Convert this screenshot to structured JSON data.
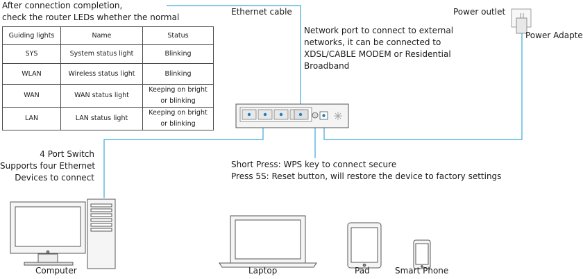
{
  "intro": {
    "line1": "After connection completion,",
    "line2": "check the router LEDs whether the normal"
  },
  "table": {
    "headers": [
      "Guiding lights",
      "Name",
      "Status"
    ],
    "rows": [
      {
        "light": "SYS",
        "name": "System status light",
        "status_l1": "Blinking",
        "status_l2": ""
      },
      {
        "light": "WLAN",
        "name": "Wireless status light",
        "status_l1": "Blinking",
        "status_l2": ""
      },
      {
        "light": "WAN",
        "name": "WAN status light",
        "status_l1": "Keeping on bright",
        "status_l2": "or blinking"
      },
      {
        "light": "LAN",
        "name": "LAN status light",
        "status_l1": "Keeping on bright",
        "status_l2": "or blinking"
      }
    ]
  },
  "labels": {
    "ethernet_cable": "Ethernet cable",
    "network_port": [
      "Network port to connect to external",
      "networks, it can be connected to",
      "XDSL/CABLE MODEM or Residential",
      "Broadband"
    ],
    "power_outlet": "Power outlet",
    "power_adapter": "Power Adapter",
    "switch_desc": [
      "4 Port Switch",
      "Supports four Ethernet",
      "Devices to connect"
    ],
    "press_desc": [
      "Short Press: WPS key to connect secure",
      "Press 5S: Reset button, will restore the device to factory settings"
    ]
  },
  "devices": {
    "computer": "Computer",
    "laptop": "Laptop",
    "pad": "Pad",
    "phone": "Smart Phone"
  },
  "colors": {
    "cable": "#3aa6d8",
    "port_dot": "#1a7fc4",
    "outline": "#555555",
    "fill": "#f0f0f0"
  }
}
